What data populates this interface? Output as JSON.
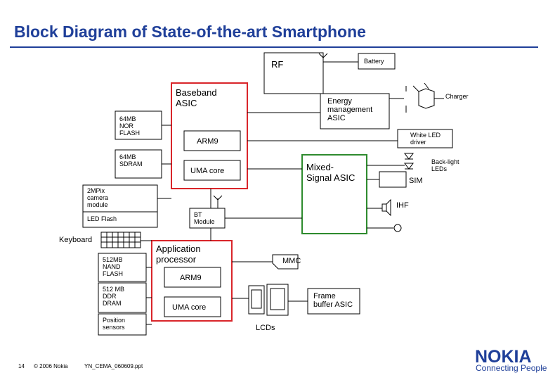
{
  "title": "Block Diagram of State-of-the-art Smartphone",
  "blocks": {
    "rf": "RF",
    "battery": "Battery",
    "baseband": "Baseband\nASIC",
    "energy": "Energy\nmanagement\nASIC",
    "charger": "Charger",
    "nor": "64MB\nNOR\nFLASH",
    "arm9_top": "ARM9",
    "white_led": "White LED\ndriver",
    "sdram": "64MB\nSDRAM",
    "uma_top": "UMA core",
    "mixed": "Mixed-\nSignal ASIC",
    "backlight": "Back-light\nLEDs",
    "sim": "SIM",
    "camera": "2MPix\ncamera\nmodule",
    "led_flash": "LED Flash",
    "ihf": "IHF",
    "bt": "BT\nModule",
    "keyboard": "Keyboard",
    "nand": "512MB\nNAND\nFLASH",
    "app_proc": "Application\nprocessor",
    "mmc": "MMC",
    "arm9_bottom": "ARM9",
    "ddr": "512 MB\nDDR\nDRAM",
    "uma_bottom": "UMA core",
    "frame_buffer": "Frame\nbuffer ASIC",
    "position": "Position\nsensors",
    "lcds": "LCDs"
  },
  "footer": {
    "page": "14",
    "copyright": "© 2006  Nokia",
    "filename": "YN_CEMA_060609.ppt"
  },
  "logo": {
    "name": "NOKIA",
    "tagline": "Connecting People"
  },
  "colors": {
    "title": "#1f3f99",
    "baseband_border": "#d9252a",
    "mixed_border": "#2e8b2e",
    "app_border": "#d9252a"
  }
}
